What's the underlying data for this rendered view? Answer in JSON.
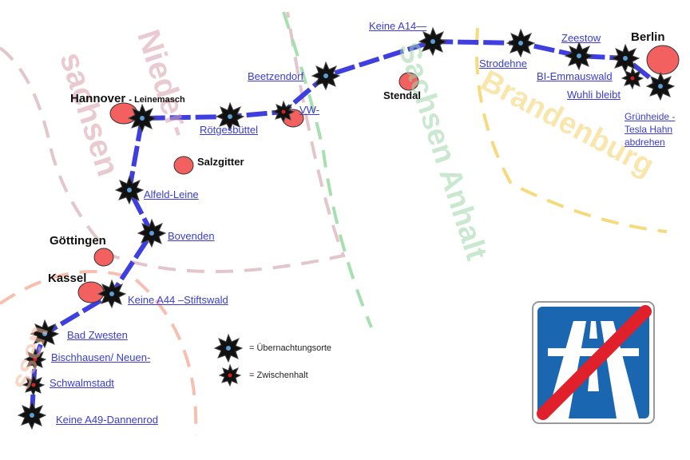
{
  "regions": [
    {
      "name": "Nieder-",
      "color": "#d8a0b0"
    },
    {
      "name": "sachsen",
      "color": "#d8a0b0"
    },
    {
      "name": "Sachsen Anhalt",
      "color": "#9fd7a8"
    },
    {
      "name": "Brandenburg",
      "color": "#f3d36b"
    },
    {
      "name": "ssen",
      "color": "#f2b89a"
    }
  ],
  "cities": {
    "hannover": "Hannover",
    "hannover_sub": "- Leinemasch",
    "salzgitter": "Salzgitter",
    "goettingen": "Göttingen",
    "kassel": "Kassel",
    "stendal": "Stendal",
    "berlin": "Berlin"
  },
  "stops": [
    {
      "id": "keine-a49",
      "label": "Keine A49-Dannenrod",
      "type": "overnight"
    },
    {
      "id": "schwalmstadt",
      "label": "Schwalmstadt",
      "type": "intermediate"
    },
    {
      "id": "bischhausen",
      "label": "Bischhausen/ Neuen-",
      "type": "intermediate"
    },
    {
      "id": "bad-zwesten",
      "label": "Bad Zwesten",
      "type": "overnight"
    },
    {
      "id": "keine-a44",
      "label": "Keine A44 –Stiftswald",
      "type": "overnight"
    },
    {
      "id": "bovenden",
      "label": "Bovenden",
      "type": "overnight"
    },
    {
      "id": "alfeld",
      "label": "Alfeld-Leine",
      "type": "overnight"
    },
    {
      "id": "roetgesbuettel",
      "label": "Rötgesbüttel",
      "type": "overnight"
    },
    {
      "id": "vw",
      "label": "VW-",
      "type": "intermediate"
    },
    {
      "id": "beetzendorf",
      "label": "Beetzendorf",
      "type": "overnight"
    },
    {
      "id": "keine-a14",
      "label": "Keine A14—",
      "type": "overnight"
    },
    {
      "id": "strodehne",
      "label": "Strodehne",
      "type": "overnight"
    },
    {
      "id": "zeestow",
      "label": "Zeestow",
      "type": "overnight"
    },
    {
      "id": "bi-emmauswald",
      "label": "BI-Emmauswald",
      "type": "overnight"
    },
    {
      "id": "wuhli",
      "label": "Wuhli bleibt",
      "type": "intermediate"
    },
    {
      "id": "gruenheide",
      "label": "Grünheide - Tesla Hahn abdrehen",
      "type": "overnight"
    }
  ],
  "legend": {
    "overnight": "= Übernachtungsorte",
    "intermediate": "= Zwischenhalt"
  },
  "colors": {
    "route": "#3f3fe0",
    "city_fill": "#f26060",
    "star_fill": "#111111",
    "overnight_dot": "#5aa0d8",
    "intermediate_dot": "#d22222",
    "sign_blue": "#1a66b0",
    "sign_strike": "#e0202a"
  },
  "sign": {
    "icon": "autobahn-end-sign"
  }
}
